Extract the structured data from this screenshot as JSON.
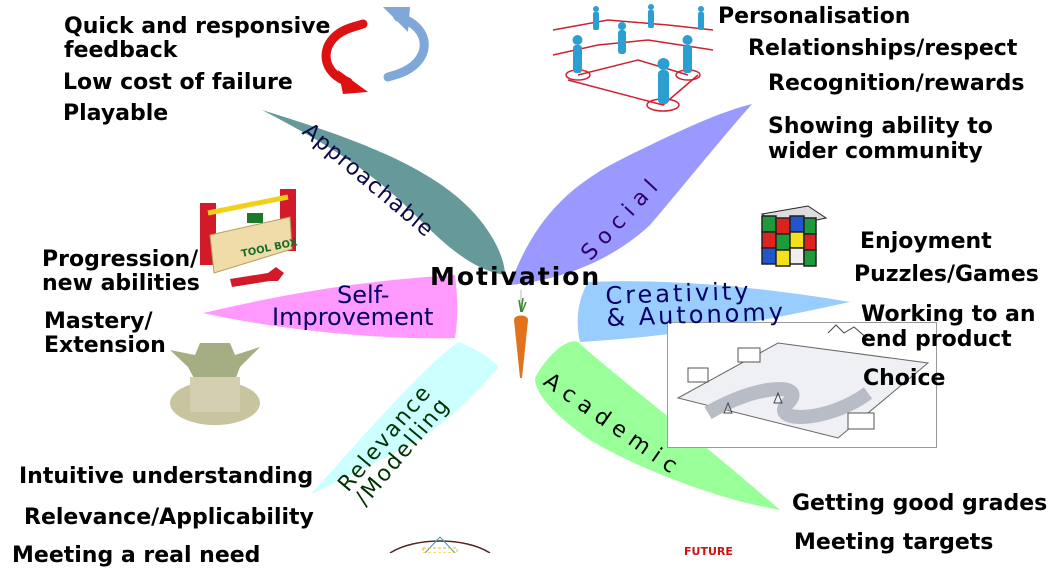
{
  "center": {
    "title": "Motivation",
    "icon": "carrot-on-string-icon"
  },
  "branches": [
    {
      "id": "approachable",
      "label": "Approachable",
      "color": "#669999",
      "text_color": "#0a0a4a",
      "items": [
        "Quick and responsive feedback",
        "Low cost of failure",
        "Playable"
      ],
      "image": "recycle-arrows-icon"
    },
    {
      "id": "social",
      "label": "S o c i a l",
      "color": "#9999ff",
      "text_color": "#330066",
      "items": [
        "Personalisation",
        "Relationships/respect",
        "Recognition/rewards",
        "Showing ability to wider community"
      ],
      "image": "people-network-icon"
    },
    {
      "id": "creativity",
      "label_line1": "Creativity",
      "label_line2": "& Autonomy",
      "color": "#99ccff",
      "text_color": "#000066",
      "items": [
        "Enjoyment",
        "Puzzles/Games",
        "Working to an end product",
        "Choice"
      ],
      "image": "rubiks-cube-icon",
      "image2": "landscape-path-sketch"
    },
    {
      "id": "academic",
      "label": "A c a d e m i c",
      "color": "#99ff99",
      "text_color": "#000000",
      "items": [
        "Getting good grades",
        "Meeting targets"
      ],
      "image": "future-sign"
    },
    {
      "id": "relevance",
      "label_line1": "Relevance",
      "label_line2": "/Modelling",
      "color": "#ccffff",
      "text_color": "#003300",
      "items": [
        "Intuitive understanding",
        "Relevance/Applicability",
        "Meeting a real need"
      ],
      "image": "geometry-circle-diagram"
    },
    {
      "id": "self-improvement",
      "label_line1": "Self-",
      "label_line2": "Improvement",
      "color": "#ff99ff",
      "text_color": "#000066",
      "items": [
        "Progression/ new abilities",
        "Mastery/ Extension"
      ],
      "image": "toolbox-icon",
      "image2": "yoda-figure"
    }
  ],
  "text": {
    "approachable_1a": "Quick and responsive",
    "approachable_1b": "feedback",
    "approachable_2": "Low cost of failure",
    "approachable_3": "Playable",
    "social_1": "Personalisation",
    "social_2": "Relationships/respect",
    "social_3": "Recognition/rewards",
    "social_4a": "Showing ability to",
    "social_4b": "wider community",
    "creativity_1": "Enjoyment",
    "creativity_2": "Puzzles/Games",
    "creativity_3a": "Working to an",
    "creativity_3b": "end product",
    "creativity_4": "Choice",
    "academic_1": "Getting good grades",
    "academic_2": "Meeting targets",
    "relevance_1": "Intuitive understanding",
    "relevance_2": "Relevance/Applicability",
    "relevance_3": "Meeting a real need",
    "self_1a": "Progression/",
    "self_1b": "new abilities",
    "self_2a": "Mastery/",
    "self_2b": "Extension",
    "lbl_approachable": "Approachable",
    "lbl_social": "S o c i a l",
    "lbl_creativity1": "Creativity",
    "lbl_creativity2": "& Autonomy",
    "lbl_academic": "A c a d e m i c",
    "lbl_relevance1": "Relevance",
    "lbl_relevance2": "/Modelling",
    "lbl_self1": "Self-",
    "lbl_self2": "Improvement",
    "future_sign": "FUTURE",
    "toolbox_text": "TOOL BOX"
  }
}
